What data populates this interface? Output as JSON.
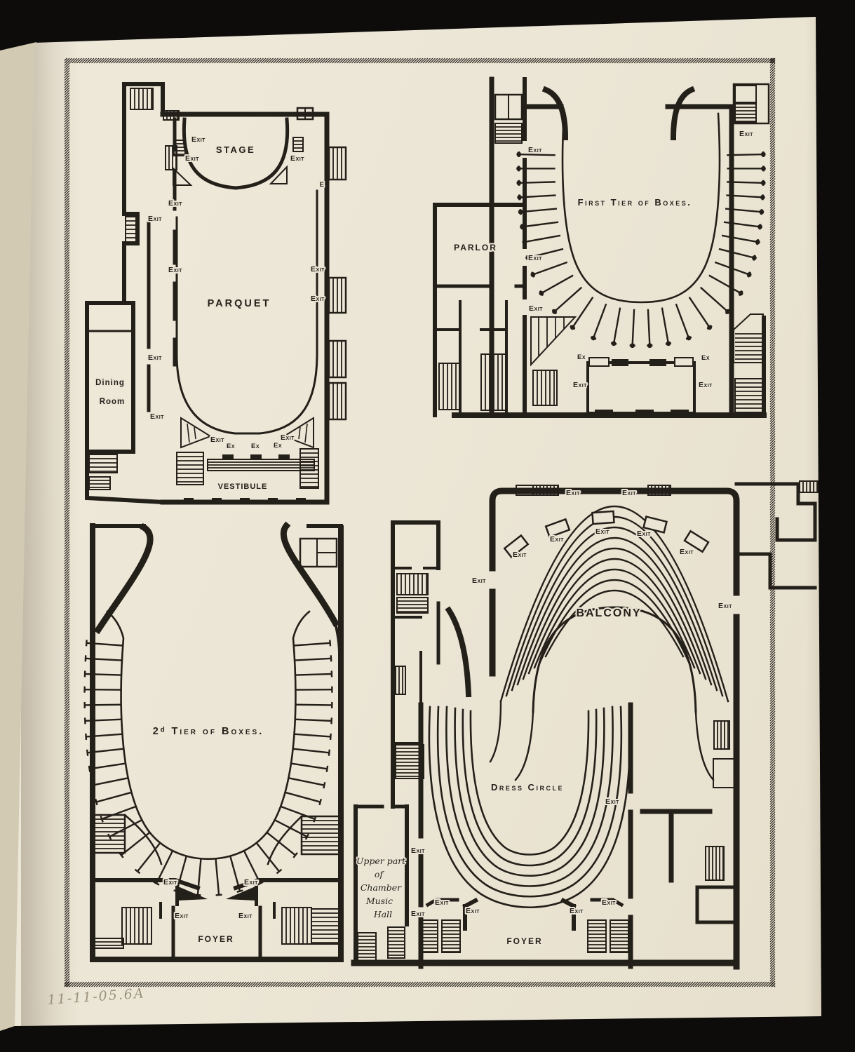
{
  "page": {
    "pencil_note": "11-11-05.6A",
    "colors": {
      "paper": "#ebe5d5",
      "ink": "#231f19",
      "backdrop": "#0d0c0a",
      "pencil": "#9b927d"
    }
  },
  "labels": {
    "exit": "Exit",
    "ex": "Ex",
    "e": "E"
  },
  "plans": {
    "main_floor": {
      "stage": "STAGE",
      "parquet": "PARQUET",
      "dining_line1": "Dining",
      "dining_line2": "Room",
      "vestibule": "VESTIBULE"
    },
    "first_tier": {
      "title": "First Tier of Boxes.",
      "parlor": "PARLOR"
    },
    "second_tier": {
      "title": "2ᵈ Tier of Boxes.",
      "foyer": "FOYER"
    },
    "balcony_level": {
      "balcony": "BALCONY",
      "dress_circle": "Dress Circle",
      "foyer": "FOYER",
      "chamber_note": [
        "Upper part",
        "of",
        "Chamber",
        "Music",
        "Hall"
      ]
    }
  }
}
